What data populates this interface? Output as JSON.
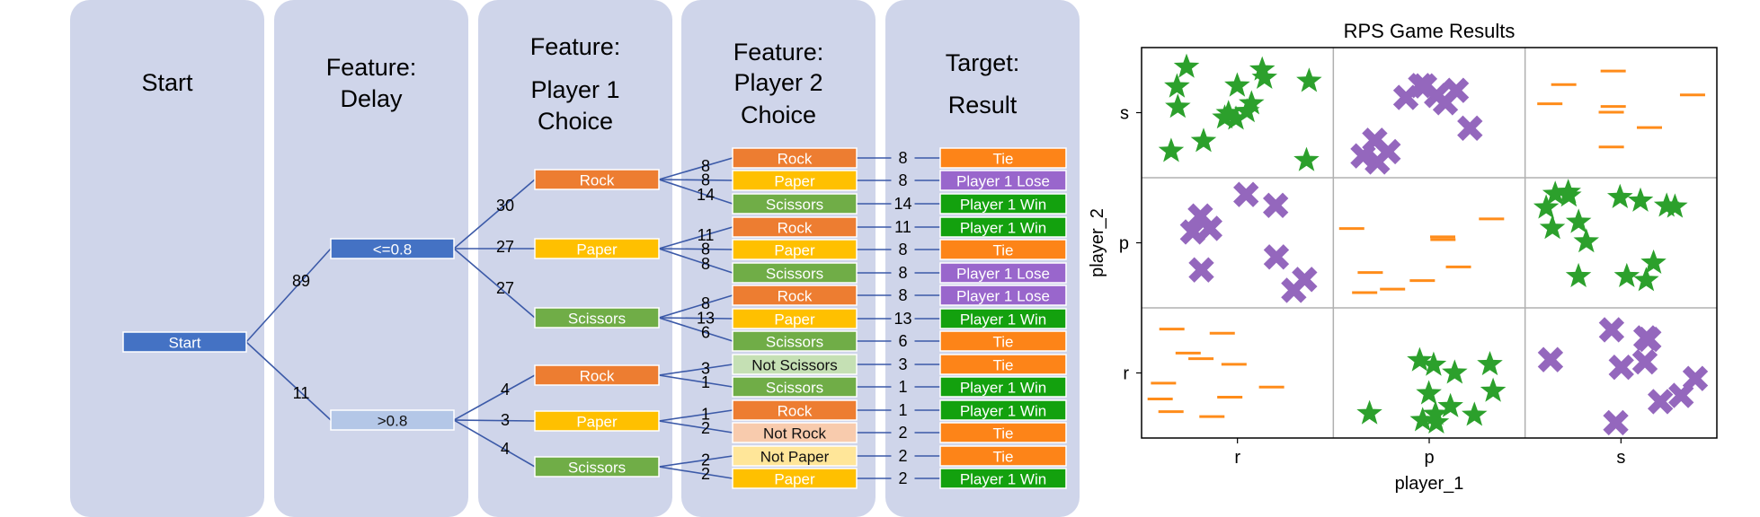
{
  "colors": {
    "panel": "#cfd5ea",
    "link": "#3c5aa8",
    "blue_dark": "#4472c4",
    "blue_light": "#b4c7e7",
    "orange": "#ed7d31",
    "yellow": "#ffc000",
    "green": "#70ad47",
    "green_light": "#c5e0b4",
    "orange_light": "#f8cbad",
    "yellow_light": "#ffe699",
    "purple": "#9966cc",
    "tie_orange": "#fd8418",
    "win_green": "#13a10e",
    "axis": "#000000",
    "grid": "#b0b0b0"
  },
  "tree": {
    "columns": [
      {
        "lines": [
          "Start"
        ]
      },
      {
        "lines": [
          "Feature:",
          "Delay"
        ]
      },
      {
        "lines": [
          "Feature:",
          "Player 1",
          "Choice"
        ]
      },
      {
        "lines": [
          "Feature:",
          "Player 2",
          "Choice"
        ]
      },
      {
        "lines": [
          "Target:",
          "Result"
        ]
      }
    ],
    "nodes": {
      "start": {
        "label": "Start",
        "color": "blue_dark"
      },
      "d1": {
        "label": "<=0.8",
        "color": "blue_dark"
      },
      "d2": {
        "label": ">0.8",
        "color": "blue_light"
      },
      "p1": [
        {
          "label": "Rock",
          "color": "orange"
        },
        {
          "label": "Paper",
          "color": "yellow"
        },
        {
          "label": "Scissors",
          "color": "green"
        },
        {
          "label": "Rock",
          "color": "orange"
        },
        {
          "label": "Paper",
          "color": "yellow"
        },
        {
          "label": "Scissors",
          "color": "green"
        }
      ],
      "p2": [
        {
          "label": "Rock",
          "color": "orange"
        },
        {
          "label": "Paper",
          "color": "yellow"
        },
        {
          "label": "Scissors",
          "color": "green"
        },
        {
          "label": "Rock",
          "color": "orange"
        },
        {
          "label": "Paper",
          "color": "yellow"
        },
        {
          "label": "Scissors",
          "color": "green"
        },
        {
          "label": "Rock",
          "color": "orange"
        },
        {
          "label": "Paper",
          "color": "yellow"
        },
        {
          "label": "Scissors",
          "color": "green"
        },
        {
          "label": "Not Scissors",
          "color": "green_light"
        },
        {
          "label": "Scissors",
          "color": "green"
        },
        {
          "label": "Rock",
          "color": "orange"
        },
        {
          "label": "Not Rock",
          "color": "orange_light"
        },
        {
          "label": "Not Paper",
          "color": "yellow_light"
        },
        {
          "label": "Paper",
          "color": "yellow"
        }
      ],
      "results": [
        {
          "label": "Tie",
          "color": "tie_orange"
        },
        {
          "label": "Player 1 Lose",
          "color": "purple"
        },
        {
          "label": "Player 1 Win",
          "color": "win_green"
        },
        {
          "label": "Player 1 Win",
          "color": "win_green"
        },
        {
          "label": "Tie",
          "color": "tie_orange"
        },
        {
          "label": "Player 1 Lose",
          "color": "purple"
        },
        {
          "label": "Player 1 Lose",
          "color": "purple"
        },
        {
          "label": "Player 1 Win",
          "color": "win_green"
        },
        {
          "label": "Tie",
          "color": "tie_orange"
        },
        {
          "label": "Tie",
          "color": "tie_orange"
        },
        {
          "label": "Player 1 Win",
          "color": "win_green"
        },
        {
          "label": "Player 1 Win",
          "color": "win_green"
        },
        {
          "label": "Tie",
          "color": "tie_orange"
        },
        {
          "label": "Tie",
          "color": "tie_orange"
        },
        {
          "label": "Player 1 Win",
          "color": "win_green"
        }
      ]
    },
    "counts": {
      "delay": [
        "89",
        "11"
      ],
      "p1": [
        "30",
        "27",
        "27",
        "4",
        "3",
        "4"
      ],
      "p2": [
        "8",
        "8",
        "14",
        "11",
        "8",
        "8",
        "8",
        "13",
        "6",
        "3",
        "1",
        "1",
        "2",
        "2",
        "2"
      ],
      "result": [
        "8",
        "8",
        "14",
        "11",
        "8",
        "8",
        "8",
        "13",
        "6",
        "3",
        "1",
        "1",
        "2",
        "2",
        "2"
      ]
    }
  },
  "chart_data": {
    "type": "scatter",
    "title": "RPS Game Results",
    "xlabel": "player_1",
    "ylabel": "player_2",
    "x_categories": [
      "r",
      "p",
      "s"
    ],
    "y_categories": [
      "r",
      "p",
      "s"
    ],
    "grid": true,
    "marker_legend": {
      "tie": "orange dash",
      "player_1_lose": "purple X",
      "player_1_win": "green star"
    },
    "cells": [
      {
        "player_1": "r",
        "player_2": "s",
        "result": "win",
        "marker": "green star",
        "count": 15
      },
      {
        "player_1": "p",
        "player_2": "s",
        "result": "lose",
        "marker": "purple X",
        "count": 11
      },
      {
        "player_1": "s",
        "player_2": "s",
        "result": "tie",
        "marker": "orange dash",
        "count": 8
      },
      {
        "player_1": "r",
        "player_2": "p",
        "result": "lose",
        "marker": "purple X",
        "count": 9
      },
      {
        "player_1": "p",
        "player_2": "p",
        "result": "tie",
        "marker": "orange dash",
        "count": 9
      },
      {
        "player_1": "s",
        "player_2": "p",
        "result": "win",
        "marker": "green star",
        "count": 15
      },
      {
        "player_1": "r",
        "player_2": "r",
        "result": "tie",
        "marker": "orange dash",
        "count": 11
      },
      {
        "player_1": "p",
        "player_2": "r",
        "result": "win",
        "marker": "green star",
        "count": 12
      },
      {
        "player_1": "s",
        "player_2": "r",
        "result": "lose",
        "marker": "purple X",
        "count": 10
      }
    ]
  }
}
